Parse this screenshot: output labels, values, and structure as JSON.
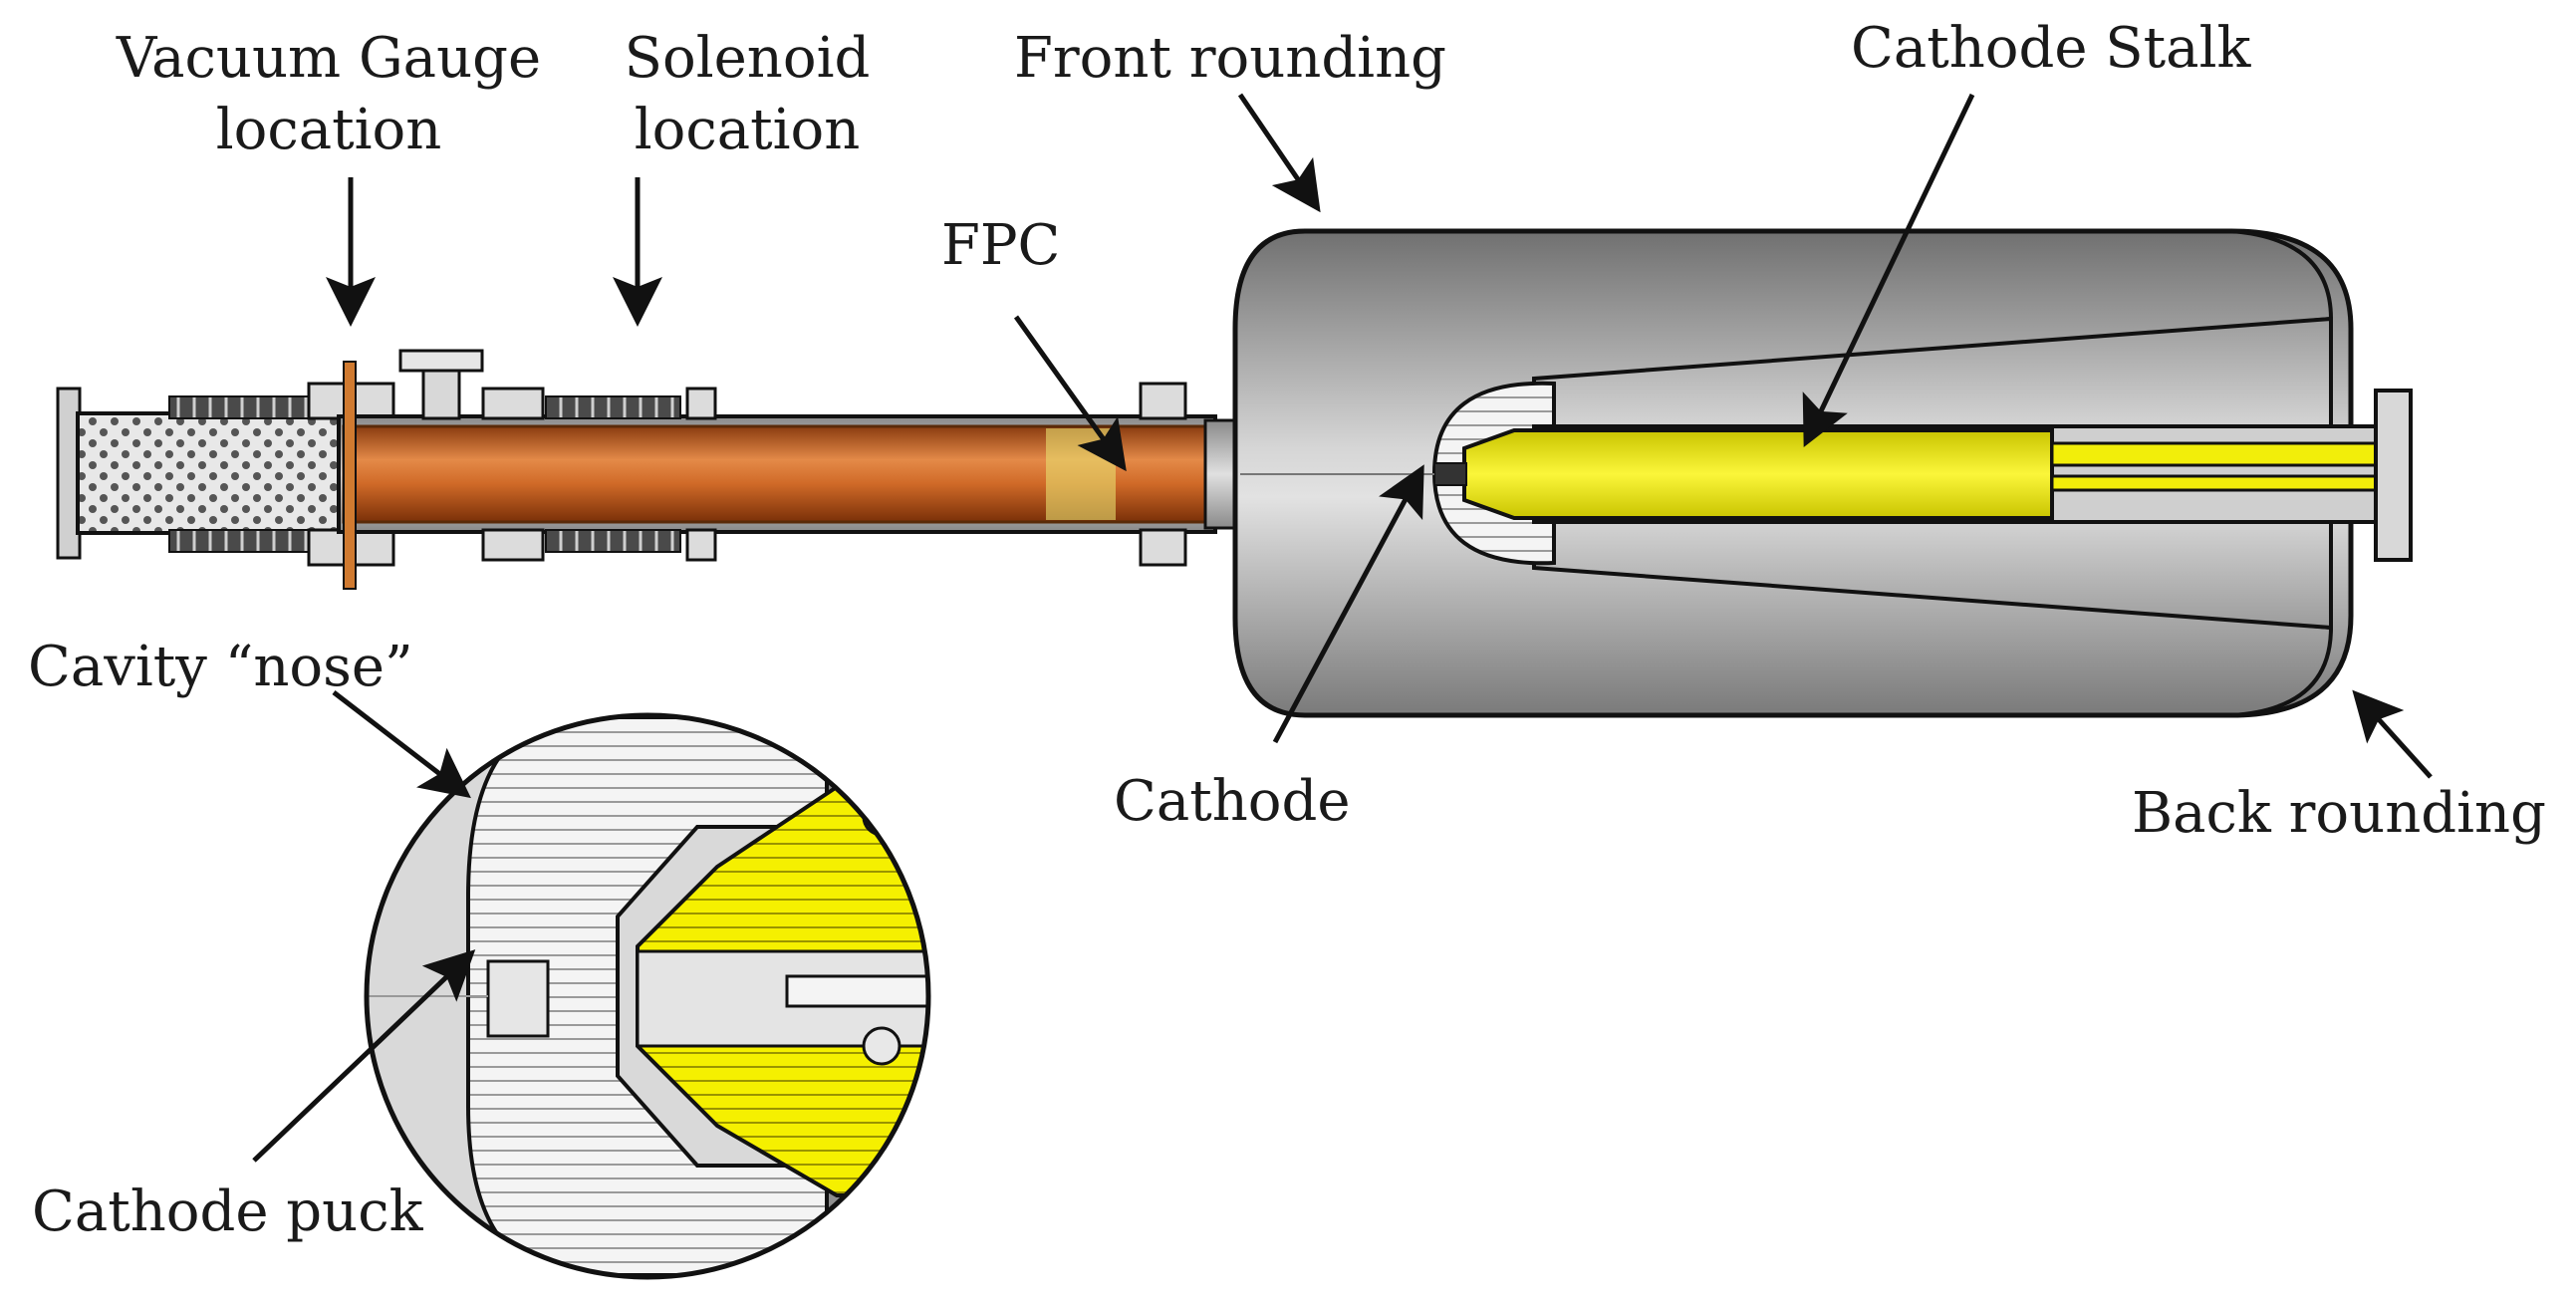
{
  "labels": {
    "vacuum_gauge_line1": "Vacuum Gauge",
    "vacuum_gauge_line2": "location",
    "solenoid_line1": "Solenoid",
    "solenoid_line2": "location",
    "front_rounding": "Front rounding",
    "cathode_stalk": "Cathode Stalk",
    "fpc": "FPC",
    "cavity_nose": "Cavity “nose”",
    "cathode": "Cathode",
    "back_rounding": "Back rounding",
    "cathode_puck": "Cathode puck"
  },
  "colors": {
    "copper_pipe": "#c8621e",
    "stalk_yellow": "#f2ee0a",
    "vessel_gray": "#8c8c8c",
    "outline": "#111111"
  }
}
